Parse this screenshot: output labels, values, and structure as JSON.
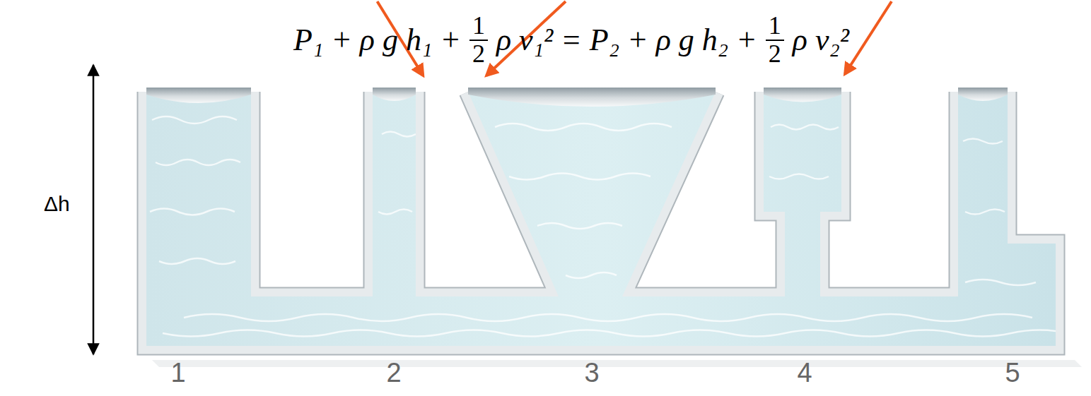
{
  "diagram": {
    "labels": [
      "P₁ + ρ g h₁ +",
      "1",
      "2",
      "ρ v₁² = P₂ + ρ g h₂ +",
      "1",
      "2",
      "ρ v₂²",
      "Δh",
      "1",
      "2",
      "3",
      "4",
      "5"
    ]
  }
}
